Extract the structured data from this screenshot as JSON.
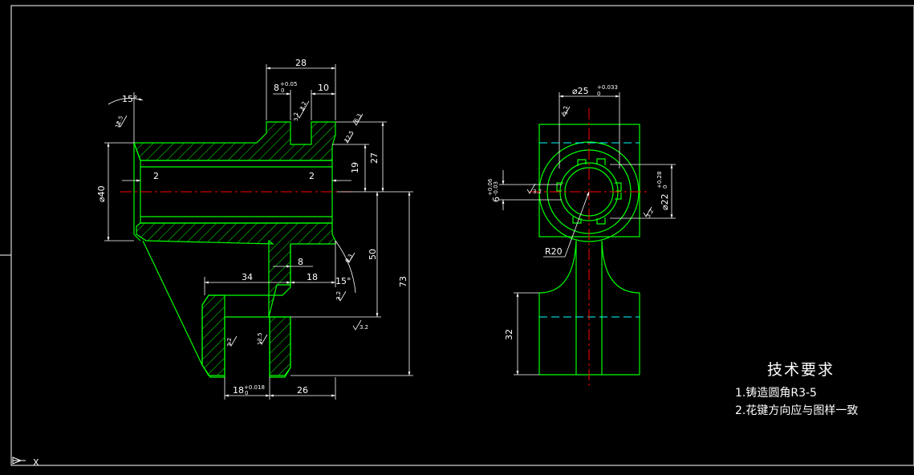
{
  "drawing": {
    "front_view": {
      "dimensions": {
        "top_28": "28",
        "keyway_8": "8",
        "keyway_8_tol_upper": "+0.05",
        "keyway_8_tol_lower": "0",
        "top_10": "10",
        "chamfer_angle_top": "15°",
        "chamfer_angle_bottom": "15°",
        "bore_dia": "⌀40",
        "chamfer_left": "2",
        "chamfer_right": "2",
        "h_19": "19",
        "h_27": "27",
        "h_50": "50",
        "h_73": "73",
        "w_8": "8",
        "w_34": "34",
        "w_18": "18",
        "bottom_18": "18",
        "bottom_18_tol_upper": "+0.018",
        "bottom_18_tol_lower": "0",
        "bottom_26": "26"
      },
      "roughness": [
        "12.5",
        "3.2",
        "3.2",
        "6.3",
        "12.5",
        "6.3",
        "3.2",
        "3.2",
        "3.2",
        "12.5"
      ]
    },
    "side_view": {
      "dimensions": {
        "top_dia": "⌀25",
        "top_dia_tol_upper": "+0.033",
        "top_dia_tol_lower": "0",
        "left_6": "6",
        "left_6_tol_upper": "+0.06",
        "left_6_tol_lower": "-0.03",
        "right_dia": "⌀22",
        "right_dia_tol_upper": "+0.28",
        "right_dia_tol_lower": "0",
        "radius": "R20",
        "h_32": "32"
      },
      "roughness": [
        "3.2",
        "3.2",
        "3.2"
      ]
    },
    "notes": {
      "title": "技术要求",
      "items": [
        "1.铸造圆角R3-5",
        "2.花键方向应与图样一致"
      ]
    },
    "ucs": {
      "x_label": "X"
    }
  },
  "colors": {
    "outline": "#00ff00",
    "centerline": "#ff0000",
    "hidden": "#00ffff",
    "dimension": "#ffffff",
    "background": "#000000"
  }
}
